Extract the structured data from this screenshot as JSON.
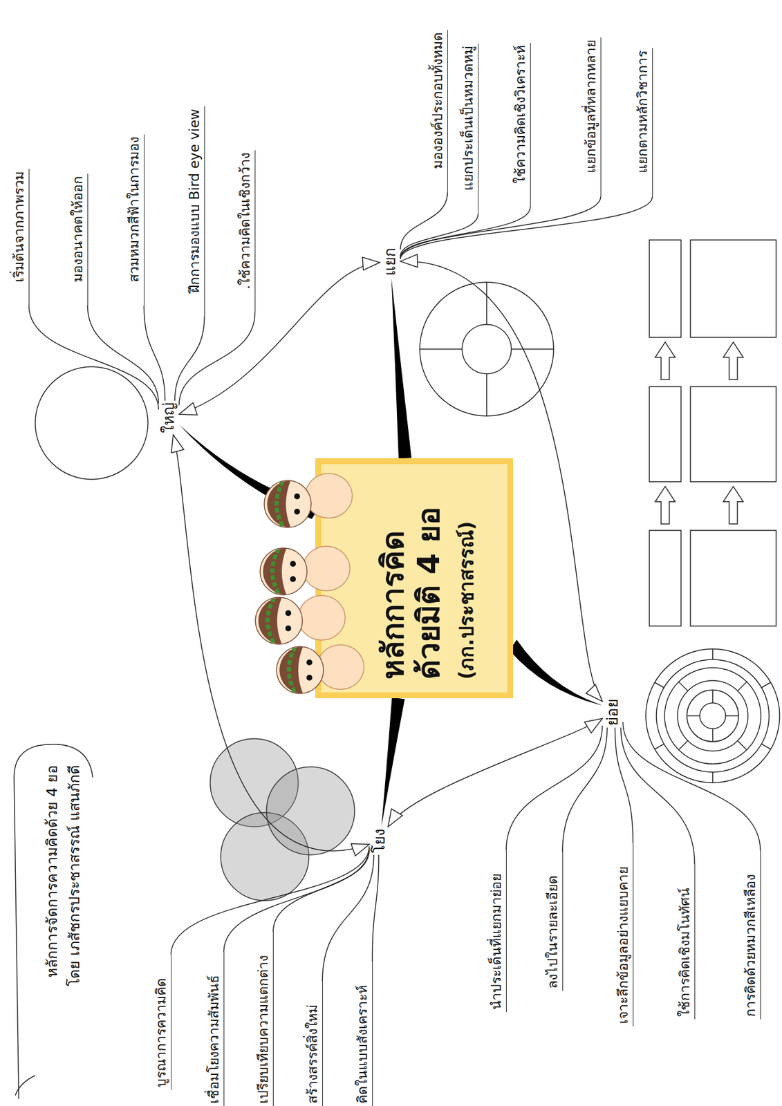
{
  "diagram": {
    "nodes": [
      {
        "text": [
          "หลักการคิด ด้วยมิติ 4 ยอ",
          "(ภก.ประชาสรรณ์)"
        ]
      },
      {
        "text": [
          "ใหญ่"
        ]
      },
      {
        "text": [
          "เริ่มต้นจากภาพรวม"
        ]
      },
      {
        "text": [
          "มองอนาคตให้ออก"
        ]
      },
      {
        "text": [
          "สวมหมวกสีฟ้าในการมอง"
        ]
      },
      {
        "text": [
          "ฝึกการมองแบบ Bird eye view"
        ]
      },
      {
        "text": [
          ".ใช้ความคิดในเชิงกว้าง"
        ]
      },
      {
        "text": [
          "แยก"
        ]
      },
      {
        "text": [
          "มององค์ประกอบทั้งหมด"
        ]
      },
      {
        "text": [
          "แยกประเด็นเป็นหมวดหมู่"
        ]
      },
      {
        "text": [
          "ใช้ความคิดเชิงวิเคราะห์"
        ]
      },
      {
        "text": [
          "แยกข้อมูลที่หลากหลาย"
        ]
      },
      {
        "text": [
          "แยกตามหลักวิชาการ"
        ]
      },
      {
        "text": [
          "ย่อย"
        ]
      },
      {
        "text": [
          "นำประเด็นที่แยกมาย่อย"
        ]
      },
      {
        "text": [
          "ลงไปในรายละเอียด"
        ]
      },
      {
        "text": [
          "เจาะลึกข้อมูลอย่างแยบคาย"
        ]
      },
      {
        "text": [
          "ใช้การคิดเชิงมโนทัศน์"
        ]
      },
      {
        "text": [
          "การคิดด้วยหมวกสีเหลือง"
        ]
      },
      {
        "text": [
          "โยง"
        ]
      },
      {
        "text": [
          "บูรณาการความคิด"
        ]
      },
      {
        "text": [
          "เชื่อมโยงความสัมพันธ์"
        ]
      },
      {
        "text": [
          "เปรียบเทียบความแตกต่าง"
        ]
      },
      {
        "text": [
          "สร้างสรรค์สิ่งใหม่"
        ]
      },
      {
        "text": [
          "คิดในแบบสังเคราะห์"
        ]
      }
    ],
    "edges": [
      {
        "from": 0,
        "to": 1,
        "arrow": "none"
      },
      {
        "from": 0,
        "to": 7,
        "arrow": "none"
      },
      {
        "from": 0,
        "to": 13,
        "arrow": "none"
      },
      {
        "from": 0,
        "to": 19,
        "arrow": "none"
      },
      {
        "from": 1,
        "to": 7,
        "arrow": "both"
      },
      {
        "from": 7,
        "to": 13,
        "arrow": "both"
      },
      {
        "from": 13,
        "to": 19,
        "arrow": "both"
      },
      {
        "from": 19,
        "to": 1,
        "arrow": "both"
      },
      {
        "from": 1,
        "to": 2,
        "arrow": "none"
      },
      {
        "from": 1,
        "to": 3,
        "arrow": "none"
      },
      {
        "from": 1,
        "to": 4,
        "arrow": "none"
      },
      {
        "from": 1,
        "to": 5,
        "arrow": "none"
      },
      {
        "from": 1,
        "to": 6,
        "arrow": "none"
      },
      {
        "from": 7,
        "to": 8,
        "arrow": "none"
      },
      {
        "from": 7,
        "to": 9,
        "arrow": "none"
      },
      {
        "from": 7,
        "to": 10,
        "arrow": "none"
      },
      {
        "from": 7,
        "to": 11,
        "arrow": "none"
      },
      {
        "from": 7,
        "to": 12,
        "arrow": "none"
      },
      {
        "from": 13,
        "to": 14,
        "arrow": "none"
      },
      {
        "from": 13,
        "to": 15,
        "arrow": "none"
      },
      {
        "from": 13,
        "to": 16,
        "arrow": "none"
      },
      {
        "from": 13,
        "to": 17,
        "arrow": "none"
      },
      {
        "from": 13,
        "to": 18,
        "arrow": "none"
      },
      {
        "from": 19,
        "to": 20,
        "arrow": "none"
      },
      {
        "from": 19,
        "to": 21,
        "arrow": "none"
      },
      {
        "from": 19,
        "to": 22,
        "arrow": "none"
      },
      {
        "from": 19,
        "to": 23,
        "arrow": "none"
      },
      {
        "from": 19,
        "to": 24,
        "arrow": "none"
      }
    ],
    "labels": [
      "หลักการจัดการความคิดด้วย 4 ยอ",
      "โดย เภสัชกรประชาสรรณ์ แสนภักดี"
    ]
  }
}
